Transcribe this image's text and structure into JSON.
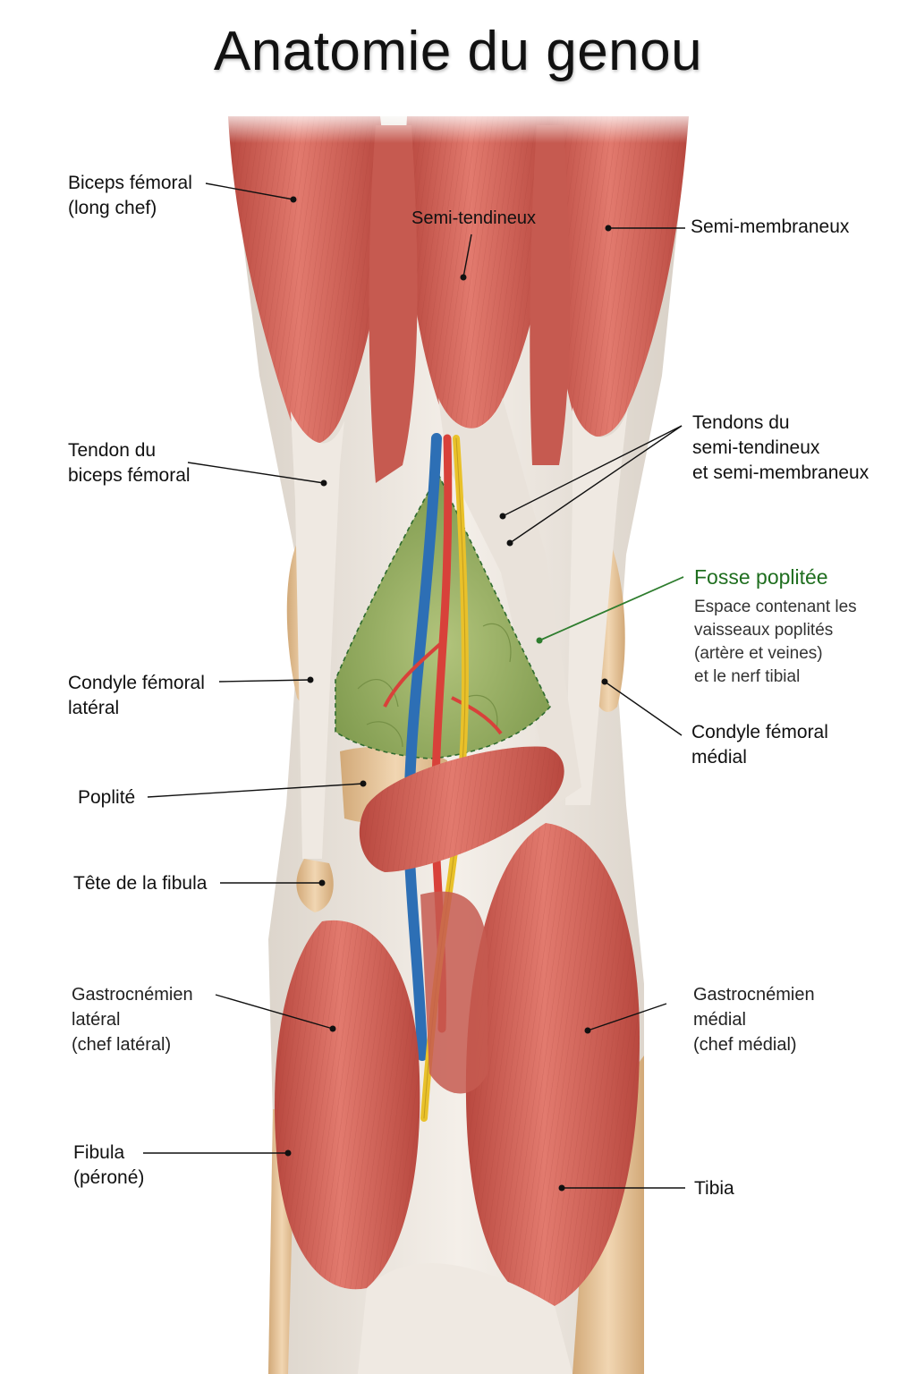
{
  "title": "Anatomie du genou",
  "labels": {
    "biceps_long": [
      "Biceps fémoral",
      "(long chef)"
    ],
    "semitendineux": "Semi-tendineux",
    "semimembraneux": "Semi-membraneux",
    "tendon_biceps": [
      "Tendon du",
      "biceps fémoral"
    ],
    "tendons_semi": [
      "Tendons du",
      "semi-tendineux",
      "et semi-membraneux"
    ],
    "fosse": {
      "title": "Fosse poplitée",
      "desc": [
        "Espace contenant les",
        "vaisseaux poplités",
        "(artère et veines)",
        "et le nerf tibial"
      ]
    },
    "condyle_lat": [
      "Condyle fémoral",
      "latéral"
    ],
    "condyle_med": [
      "Condyle fémoral",
      "médial"
    ],
    "poplite": "Poplité",
    "tete_fibula": "Tête de la fibula",
    "gastro_lat": [
      "Gastrocnémien",
      "latéral",
      "(chef latéral)"
    ],
    "gastro_med": [
      "Gastrocnémien",
      "médial",
      "(chef médial)"
    ],
    "fibula": [
      "Fibula",
      "(péroné)"
    ],
    "tibia": "Tibia"
  },
  "colors": {
    "muscle": "#d9675c",
    "muscle_dark": "#b84a42",
    "tendon": "#ece6df",
    "bone": "#e8c9a0",
    "fossa_fat": "#9cb46a",
    "artery": "#d8413a",
    "vein": "#2d6fb5",
    "nerve": "#e9c12a",
    "accent_green": "#1f6e1f"
  }
}
